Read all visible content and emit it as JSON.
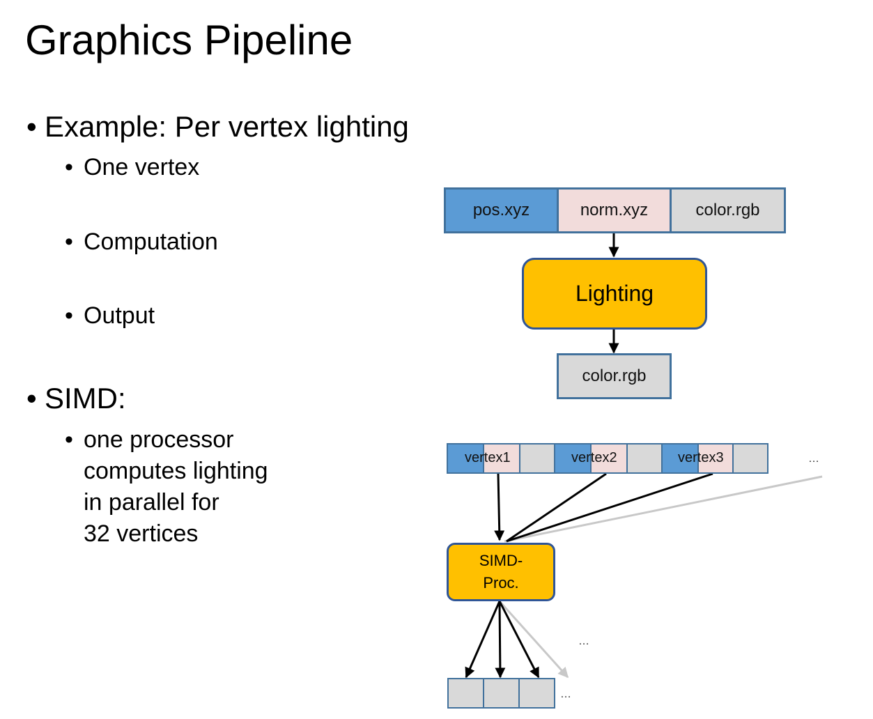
{
  "title": "Graphics Pipeline",
  "bullets": {
    "example": "Example: Per vertex lighting",
    "one_vertex": "One vertex",
    "computation": "Computation",
    "output": "Output",
    "simd": "SIMD:",
    "simd_desc": [
      "one processor",
      "computes lighting",
      "in parallel for",
      "32 vertices"
    ]
  },
  "bullet_glyph": "•",
  "diagram_top": {
    "input_fields": [
      "pos.xyz",
      "norm.xyz",
      "color.rgb"
    ],
    "process": "Lighting",
    "output_field": "color.rgb"
  },
  "diagram_bottom": {
    "vertices": [
      "vertex1",
      "vertex2",
      "vertex3"
    ],
    "processor": [
      "SIMD-",
      "Proc."
    ],
    "ellipsis": "…"
  },
  "colors": {
    "position": "#5b9bd5",
    "normal": "#f2dcdb",
    "color": "#d9d9d9",
    "process": "#ffc000",
    "border": "#41719c"
  }
}
